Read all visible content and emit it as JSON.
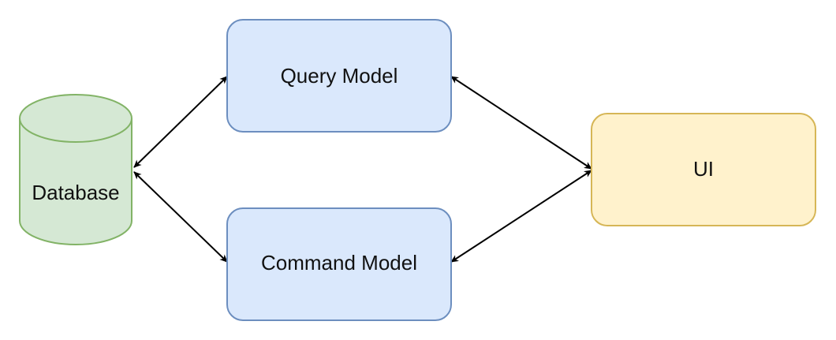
{
  "diagram": {
    "nodes": {
      "database": {
        "label": "Database",
        "shape": "cylinder",
        "fill": "#d5e8d4",
        "stroke": "#82b366"
      },
      "query_model": {
        "label": "Query Model",
        "shape": "rounded-rect",
        "fill": "#dae8fc",
        "stroke": "#6c8ebf"
      },
      "command_model": {
        "label": "Command Model",
        "shape": "rounded-rect",
        "fill": "#dae8fc",
        "stroke": "#6c8ebf"
      },
      "ui": {
        "label": "UI",
        "shape": "rounded-rect",
        "fill": "#fff2cc",
        "stroke": "#d6b656"
      }
    },
    "edges": [
      {
        "from": "database",
        "to": "query_model",
        "direction": "both"
      },
      {
        "from": "database",
        "to": "command_model",
        "direction": "both"
      },
      {
        "from": "query_model",
        "to": "ui",
        "direction": "both"
      },
      {
        "from": "command_model",
        "to": "ui",
        "direction": "both"
      }
    ],
    "edge_color": "#000000"
  }
}
